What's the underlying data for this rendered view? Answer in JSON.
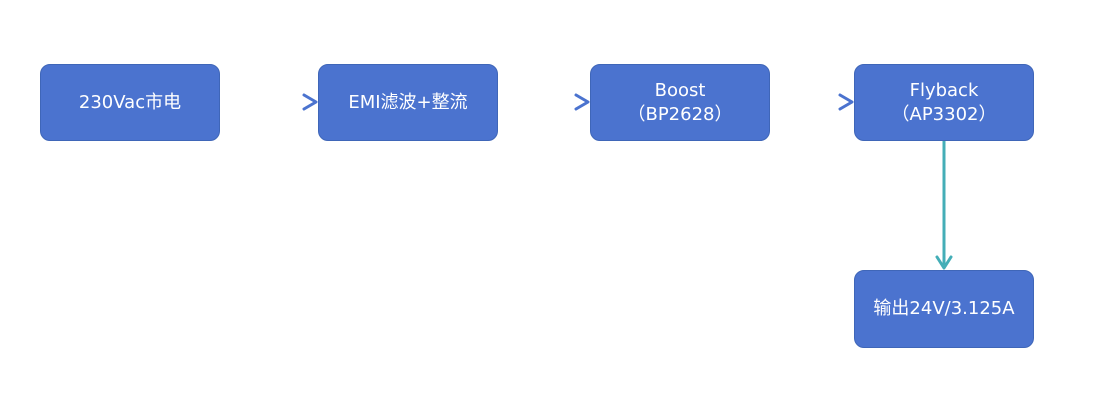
{
  "colors": {
    "node_fill": "#4b73cf",
    "node_border": "#3f66b8",
    "node_text": "#ffffff",
    "connector_start": "#42c799",
    "connector_end": "#4b73cf",
    "vertical_connector": "#44aeb7"
  },
  "nodes": {
    "input": {
      "label": "230Vac市电"
    },
    "emi": {
      "label": "EMI滤波+整流"
    },
    "boost": {
      "line1": "Boost",
      "line2": "（BP2628）"
    },
    "flyback": {
      "line1": "Flyback",
      "line2": "（AP3302）"
    },
    "output": {
      "label": "输出24V/3.125A"
    }
  },
  "icons": {
    "arrowhead": "arrowhead-icon"
  }
}
